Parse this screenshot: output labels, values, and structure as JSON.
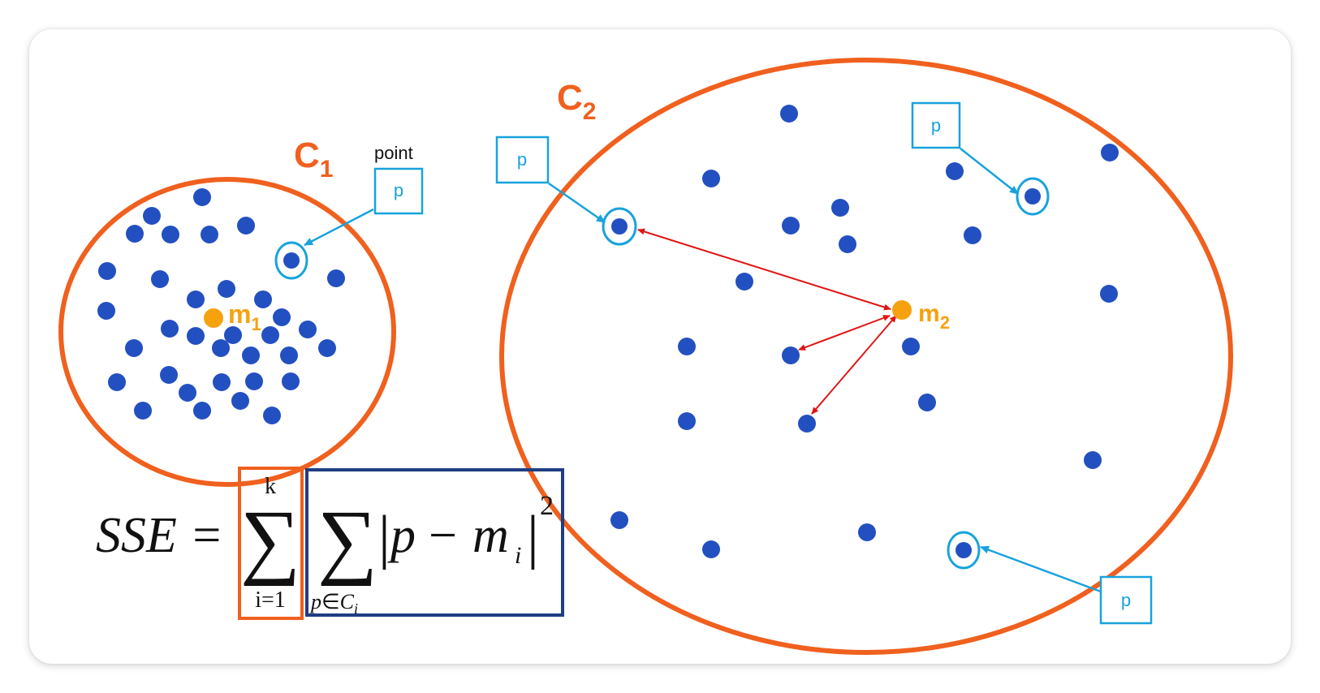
{
  "colors": {
    "cluster_outline": "#f0601e",
    "point": "#2350c0",
    "centroid": "#f6a20f",
    "callout": "#18a3dc",
    "distance_arrow": "#e01515",
    "sum_box_outer": "#f0601e",
    "sum_box_inner": "#1f3d82",
    "text": "#111111"
  },
  "clusters": {
    "c1": {
      "label_main": "C",
      "label_sub": "1",
      "centroid_main": "m",
      "centroid_sub": "1"
    },
    "c2": {
      "label_main": "C",
      "label_sub": "2",
      "centroid_main": "m",
      "centroid_sub": "2"
    }
  },
  "callouts": {
    "point_caption": "point",
    "c1_box": "p",
    "c2_box_left": "p",
    "c2_box_top": "p",
    "c2_box_bottom": "p"
  },
  "formula": {
    "lhs": "SSE =",
    "outer_upper": "k",
    "outer_lower": "i=1",
    "inner_lower_p": "p",
    "inner_lower_in": "∈",
    "inner_lower_c": "C",
    "inner_lower_i": "i",
    "term_p": "p",
    "term_minus": "−",
    "term_m": "m",
    "term_i": "i",
    "exponent": "2",
    "sigma": "∑",
    "bar": "|"
  }
}
